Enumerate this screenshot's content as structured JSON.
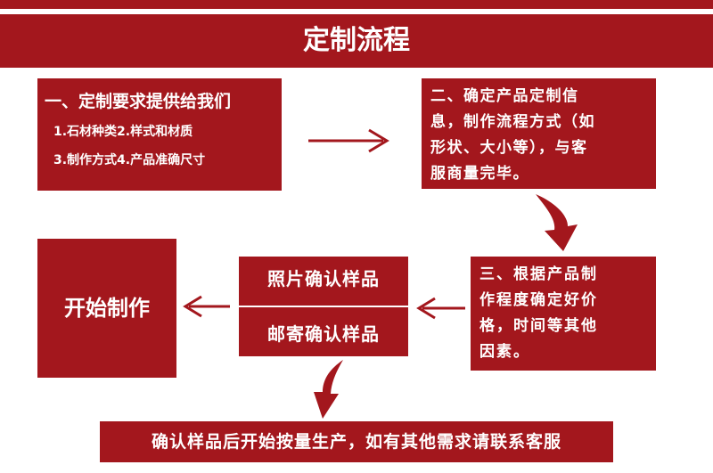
{
  "title": "定制流程",
  "step1": {
    "heading": "一、定制要求提供给我们",
    "lines": [
      "1.石材种类2.样式和材质",
      "3.制作方式4.产品准确尺寸"
    ]
  },
  "step2": {
    "lines": [
      "二、确定产品定制信",
      "息，制作流程方式（如",
      "形状、大小等），与客",
      "服商量完毕。"
    ]
  },
  "step3": {
    "lines": [
      "三、根据产品制",
      "作程度确定好价",
      "格，时间等其他",
      "因素。"
    ]
  },
  "confirm_options": [
    "照片确认样品",
    "邮寄确认样品"
  ],
  "start": "开始制作",
  "bottom": "确认样品后开始按量生产，如有其他需求请联系客服",
  "colors": {
    "primary": "#a3171d",
    "text": "#ffffff",
    "background": "#ffffff"
  }
}
